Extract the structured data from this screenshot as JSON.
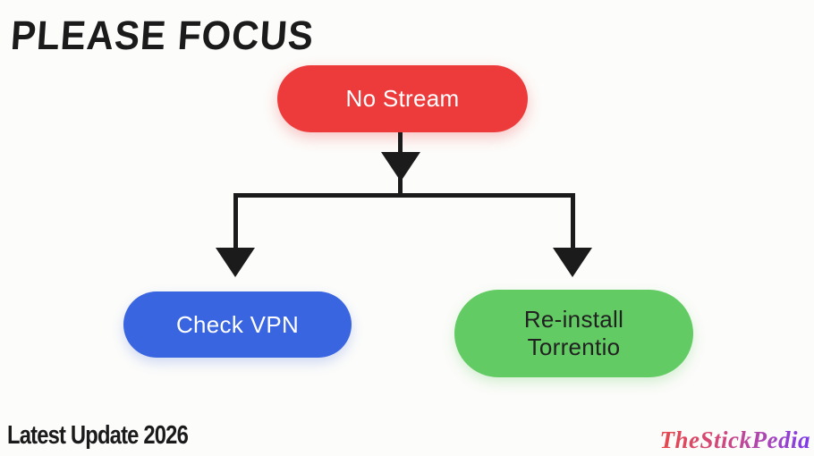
{
  "page": {
    "background_color": "#FCFCFA"
  },
  "title": {
    "text": "PLEASE FOCUS",
    "color": "#1B1B1B"
  },
  "flowchart": {
    "connector_color": "#1B1B1B",
    "root": {
      "label": "No Stream",
      "fill_color": "#ED3B3C",
      "text_color": "#FFFFFF"
    },
    "children": [
      {
        "label": "Check VPN",
        "fill_color": "#3A65E1",
        "text_color": "#FFFFFF"
      },
      {
        "label": "Re-install Torrentio",
        "fill_color": "#63CB63",
        "text_color": "#212121"
      }
    ]
  },
  "footer": {
    "left_text": "Latest Update 2026",
    "brand_text": "TheStickPedia",
    "brand_gradient_start": "#E8474B",
    "brand_gradient_end": "#7B3BED"
  }
}
